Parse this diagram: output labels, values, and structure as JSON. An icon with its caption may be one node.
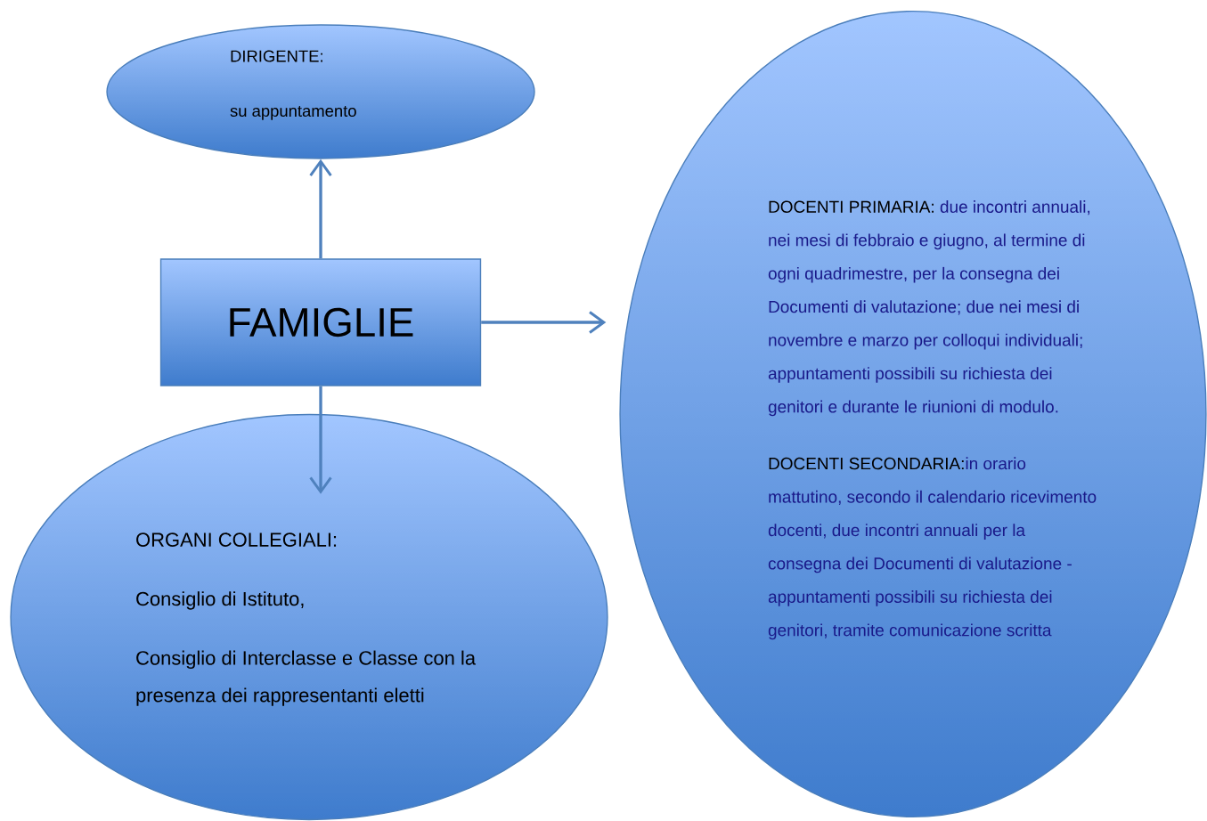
{
  "diagram": {
    "nodes": [
      {
        "text": [
          "DIRIGENTE:",
          "su appuntamento"
        ]
      },
      {
        "text": [
          "FAMIGLIE"
        ]
      },
      {
        "text": [
          "ORGANI COLLEGIALI:",
          "Consiglio di Istituto,",
          "Consiglio di Interclasse e Classe con la presenza dei rappresentanti eletti"
        ]
      },
      {
        "text": [
          "DOCENTI PRIMARIA:",
          "due incontri annuali, nei mesi di febbraio e giugno, al termine di ogni quadrimestre, per la consegna dei Documenti di valutazione; due nei mesi di novembre e marzo per colloqui individuali; appuntamenti possibili su richiesta dei genitori e durante le riunioni di modulo.",
          "DOCENTI SECONDARIA:",
          "in orario mattutino, secondo il calendario ricevimento docenti, due incontri annuali per la consegna dei Documenti di valutazione - appuntamenti possibili su richiesta dei genitori, tramite comunicazione scritta"
        ]
      }
    ],
    "edges": [
      {
        "from": 1,
        "to": 0,
        "arrow": "to"
      },
      {
        "from": 1,
        "to": 3,
        "arrow": "to"
      },
      {
        "from": 1,
        "to": 2,
        "arrow": "to"
      }
    ]
  }
}
